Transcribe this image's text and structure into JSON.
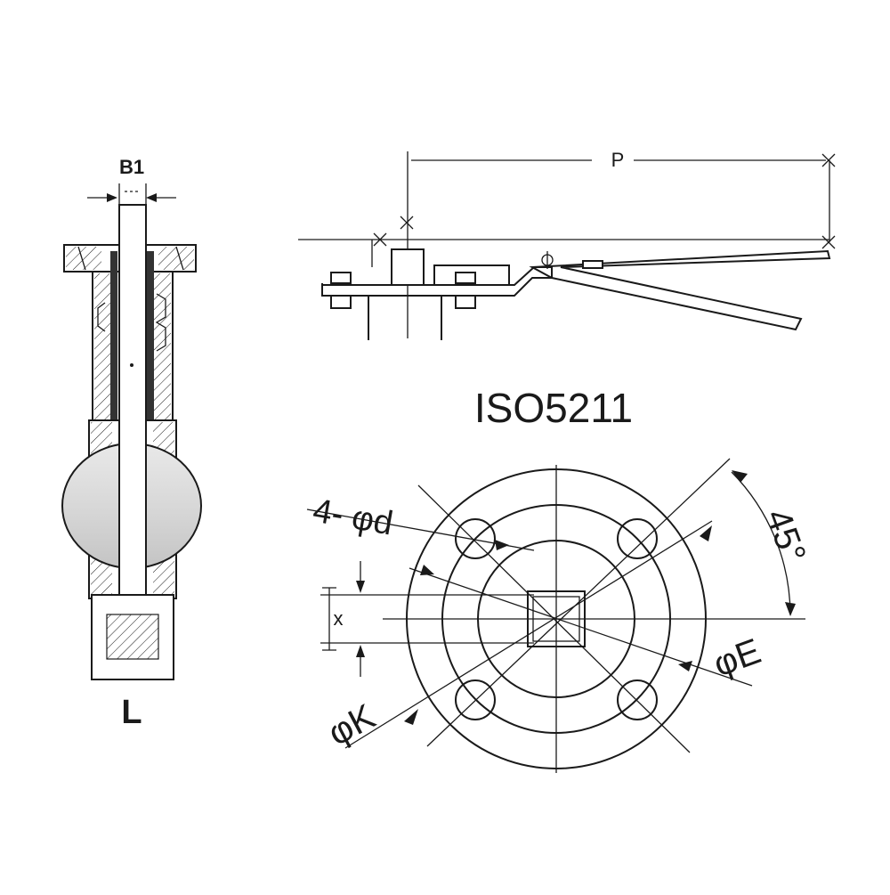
{
  "labels": {
    "b1": "B1",
    "l": "L",
    "p": "P",
    "standard": "ISO5211",
    "holes": "4- φd",
    "angle": "45°",
    "e": "φE",
    "k": "φK",
    "x": "x"
  },
  "colors": {
    "ink": "#1a1a1a",
    "disc": "#cfcfcf",
    "disc_light": "#e9e9e9",
    "background": "#ffffff"
  }
}
